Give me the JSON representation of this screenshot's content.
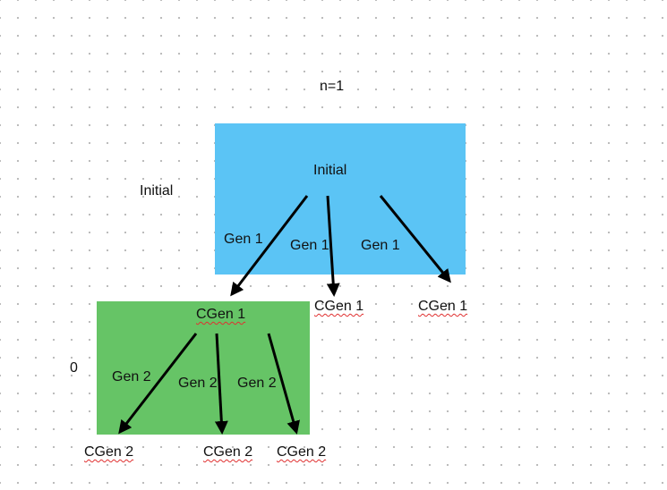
{
  "diagram": {
    "title": "n=1",
    "side_label_top": "Initial",
    "side_label_bottom": "0",
    "top_box": {
      "root_label": "Initial",
      "edge_labels": [
        "Gen 1",
        "Gen 1",
        "Gen 1"
      ]
    },
    "children_gen1": [
      "CGen 1",
      "CGen 1",
      "CGen 1"
    ],
    "bottom_box": {
      "edge_labels": [
        "Gen 2",
        "Gen 2",
        "Gen 2"
      ]
    },
    "children_gen2": [
      "CGen 2",
      "CGen 2",
      "CGen 2"
    ],
    "colors": {
      "top_box": "#5bc4f5",
      "bottom_box": "#66c466",
      "arrow": "#000000",
      "spellcheck_underline": "#e03030"
    }
  }
}
